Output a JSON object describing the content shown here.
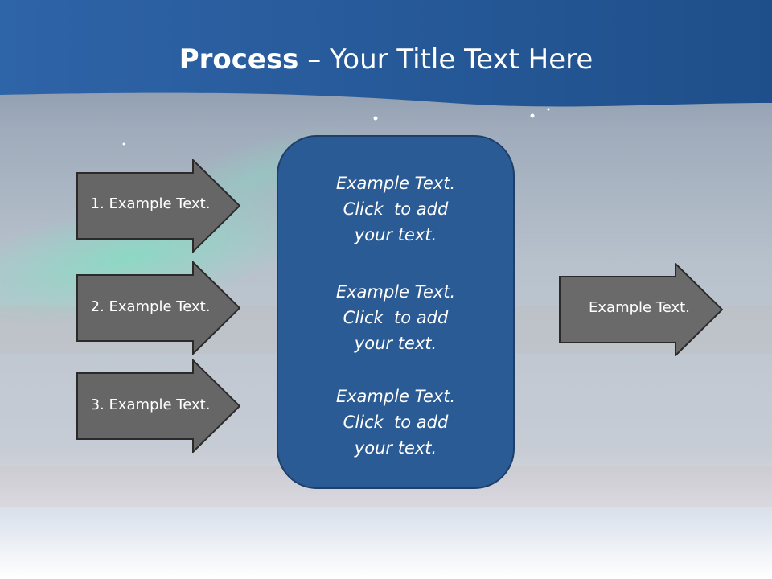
{
  "title": {
    "bold": "Process",
    "rest": " – Your Title Text Here"
  },
  "left_arrows": [
    {
      "label": "1. Example Text."
    },
    {
      "label": "2. Example Text."
    },
    {
      "label": "3. Example Text."
    }
  ],
  "center_blocks": [
    {
      "line1": "Example Text.",
      "line2": "Click  to add",
      "line3": "your text."
    },
    {
      "line1": "Example Text.",
      "line2": "Click  to add",
      "line3": "your text."
    },
    {
      "line1": "Example Text.",
      "line2": "Click  to add",
      "line3": "your text."
    }
  ],
  "right_arrow": {
    "label": "Example Text."
  },
  "colors": {
    "header_band": "#2a5a97",
    "arrow_fill": "#666666",
    "center_box": "#2b5b94"
  }
}
